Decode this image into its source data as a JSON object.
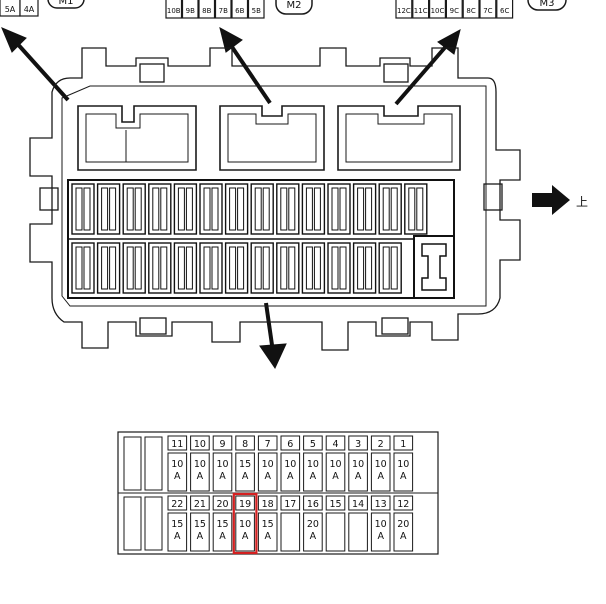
{
  "connectors": {
    "m1": {
      "label": "M1",
      "pins": [
        "5A",
        "4A"
      ]
    },
    "m2": {
      "label": "M2",
      "pins": [
        "10B",
        "9B",
        "8B",
        "7B",
        "6B",
        "5B"
      ]
    },
    "m3": {
      "label": "M3",
      "pins": [
        "12C",
        "11C",
        "10C",
        "9C",
        "8C",
        "7C",
        "6C"
      ]
    }
  },
  "direction_label": "上",
  "fuse_layout": {
    "top_row": [
      {
        "number": "11",
        "amps": "10",
        "unit": "A"
      },
      {
        "number": "10",
        "amps": "10",
        "unit": "A"
      },
      {
        "number": "9",
        "amps": "10",
        "unit": "A"
      },
      {
        "number": "8",
        "amps": "15",
        "unit": "A"
      },
      {
        "number": "7",
        "amps": "10",
        "unit": "A"
      },
      {
        "number": "6",
        "amps": "10",
        "unit": "A"
      },
      {
        "number": "5",
        "amps": "10",
        "unit": "A"
      },
      {
        "number": "4",
        "amps": "10",
        "unit": "A"
      },
      {
        "number": "3",
        "amps": "10",
        "unit": "A"
      },
      {
        "number": "2",
        "amps": "10",
        "unit": "A"
      },
      {
        "number": "1",
        "amps": "10",
        "unit": "A"
      }
    ],
    "bottom_row": [
      {
        "number": "22",
        "amps": "15",
        "unit": "A"
      },
      {
        "number": "21",
        "amps": "15",
        "unit": "A"
      },
      {
        "number": "20",
        "amps": "15",
        "unit": "A"
      },
      {
        "number": "19",
        "amps": "10",
        "unit": "A",
        "highlight": true
      },
      {
        "number": "18",
        "amps": "15",
        "unit": "A"
      },
      {
        "number": "17",
        "amps": "",
        "unit": ""
      },
      {
        "number": "16",
        "amps": "20",
        "unit": "A"
      },
      {
        "number": "15",
        "amps": "",
        "unit": ""
      },
      {
        "number": "14",
        "amps": "",
        "unit": ""
      },
      {
        "number": "13",
        "amps": "10",
        "unit": "A"
      },
      {
        "number": "12",
        "amps": "20",
        "unit": "A"
      }
    ]
  },
  "colors": {
    "line": "#1a1a1a",
    "highlight": "#d42020",
    "fuse_fill": "#f2f2f2"
  }
}
